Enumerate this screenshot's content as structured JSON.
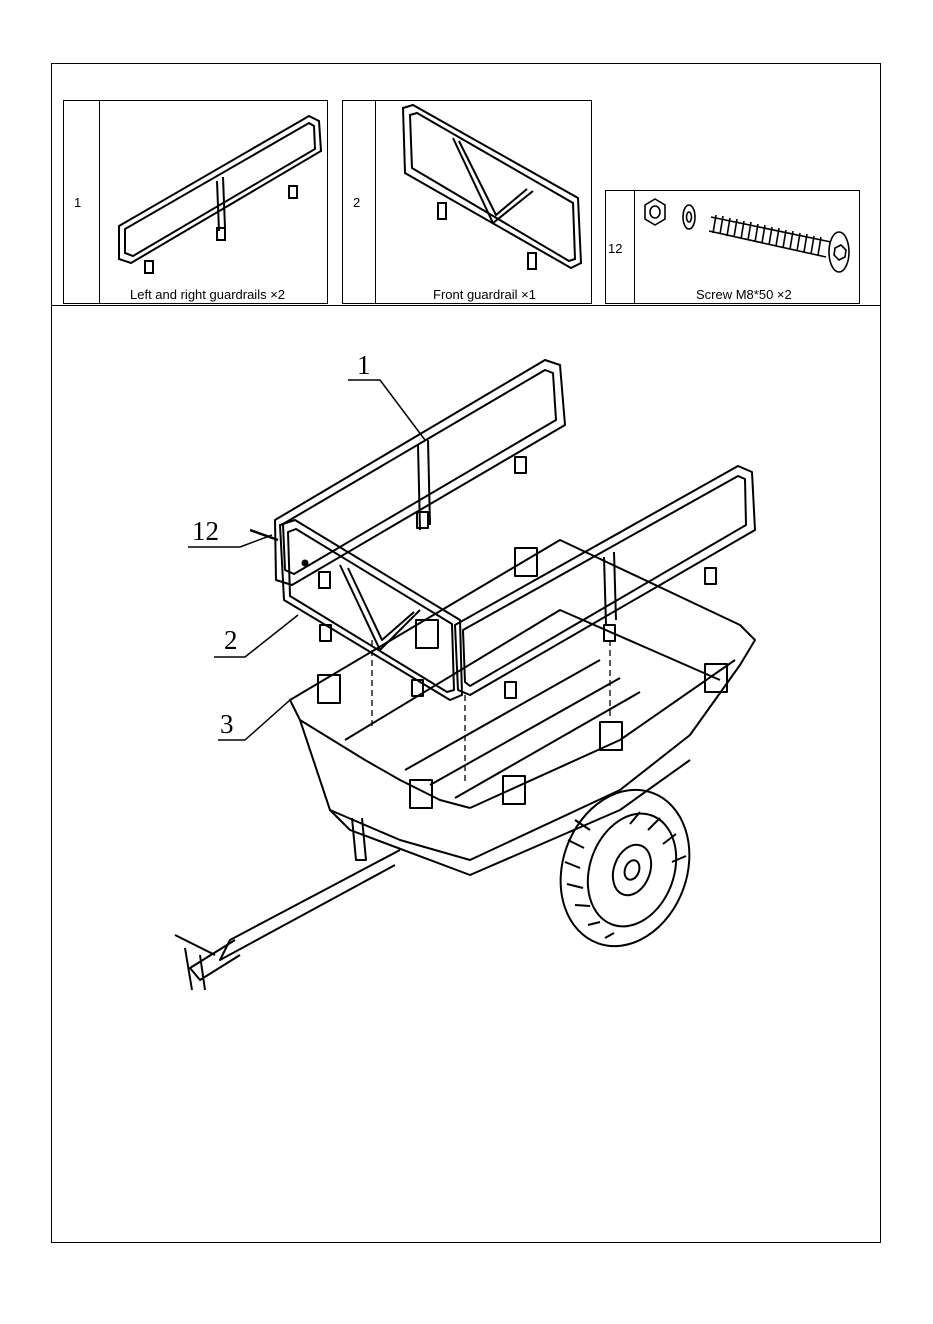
{
  "parts": [
    {
      "number": "1",
      "label": "Left and right guardrails ×2",
      "icon": "side-guardrail-drawing"
    },
    {
      "number": "2",
      "label": "Front guardrail ×1",
      "icon": "front-guardrail-drawing"
    },
    {
      "number": "12",
      "label": "Screw M8*50 ×2",
      "icon": "screw-nut-washer-drawing"
    }
  ],
  "callouts": [
    {
      "label": "1"
    },
    {
      "label": "12"
    },
    {
      "label": "2"
    },
    {
      "label": "3"
    }
  ]
}
